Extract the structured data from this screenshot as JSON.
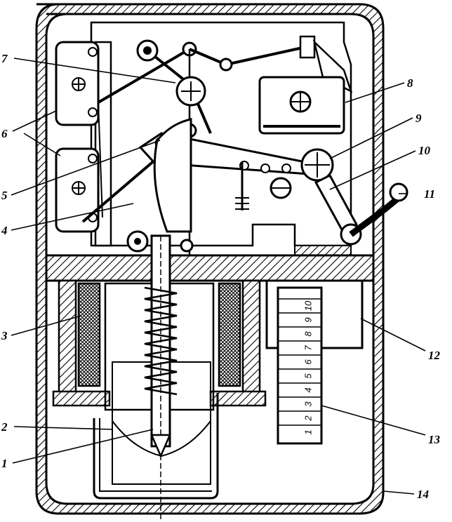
{
  "callouts": [
    {
      "id": "1",
      "text": "1"
    },
    {
      "id": "2",
      "text": "2"
    },
    {
      "id": "3",
      "text": "3"
    },
    {
      "id": "4",
      "text": "4"
    },
    {
      "id": "5",
      "text": "5"
    },
    {
      "id": "6",
      "text": "6"
    },
    {
      "id": "7",
      "text": "7"
    },
    {
      "id": "8",
      "text": "8"
    },
    {
      "id": "9",
      "text": "9"
    },
    {
      "id": "10",
      "text": "10"
    },
    {
      "id": "11",
      "text": "11"
    },
    {
      "id": "12",
      "text": "12"
    },
    {
      "id": "13",
      "text": "13"
    },
    {
      "id": "14",
      "text": "14"
    }
  ],
  "counter_digits": [
    "1",
    "2",
    "3",
    "4",
    "5",
    "6",
    "7",
    "8",
    "9",
    "10"
  ]
}
